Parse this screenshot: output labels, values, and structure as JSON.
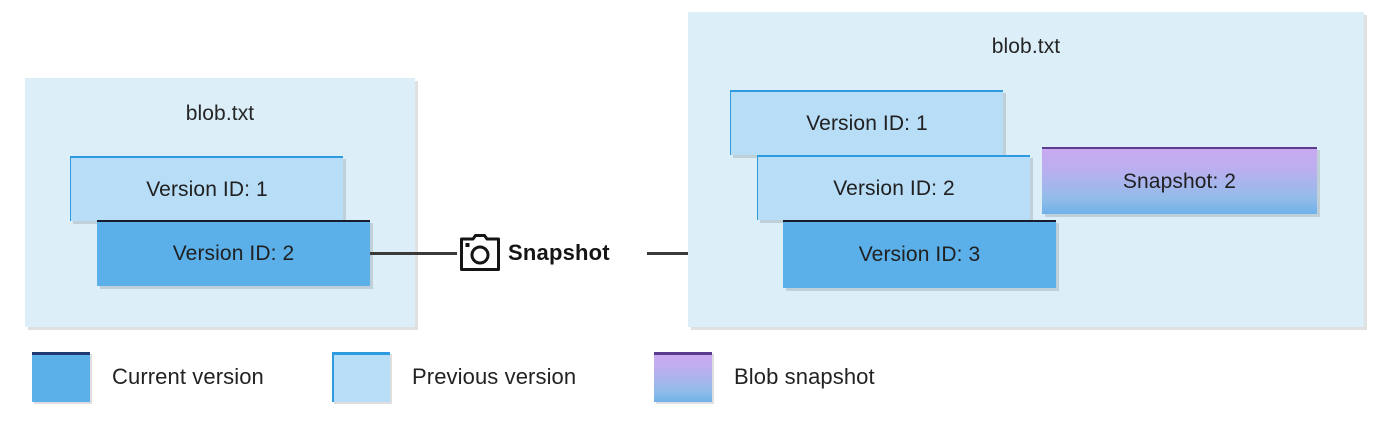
{
  "diagram": {
    "title_text": "blob.txt",
    "left_container": {
      "label": "blob.txt",
      "boxes": [
        {
          "label": "Version ID: 1",
          "kind": "previous"
        },
        {
          "label": "Version ID: 2",
          "kind": "current"
        }
      ]
    },
    "right_container": {
      "label": "blob.txt",
      "boxes": [
        {
          "label": "Version ID: 1",
          "kind": "previous"
        },
        {
          "label": "Version ID: 2",
          "kind": "previous"
        },
        {
          "label": "Version ID: 3",
          "kind": "current"
        },
        {
          "label": "Snapshot: 2",
          "kind": "snapshot"
        }
      ]
    },
    "connector": {
      "label": "Snapshot",
      "icon": "camera-icon"
    },
    "legend": [
      {
        "label": "Current version",
        "kind": "current",
        "color": "#5BB0EA"
      },
      {
        "label": "Previous version",
        "kind": "previous",
        "color": "#B8DDF7"
      },
      {
        "label": "Blob snapshot",
        "kind": "snapshot",
        "color": "#C9A9F0"
      }
    ]
  },
  "colors": {
    "container_fill": "#DCEFF9",
    "current_version": "#5BB0EA",
    "previous_version": "#B8DDF7",
    "snapshot_top": "#C9A9F0",
    "snapshot_bottom": "#6FB2E9",
    "line": "#3A3A3A",
    "text": "#202020"
  }
}
